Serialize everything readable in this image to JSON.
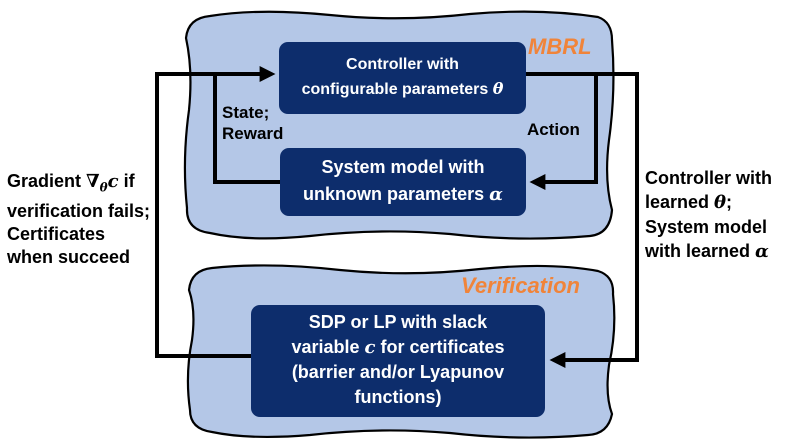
{
  "groups": {
    "mbrl": {
      "title": "MBRL"
    },
    "verification": {
      "title": "Verification"
    }
  },
  "boxes": {
    "controller": {
      "line1": "Controller with",
      "line2_text": "configurable parameters ",
      "line2_symbol": "θ"
    },
    "system_model": {
      "line1": "System model with",
      "line2_text": "unknown parameters ",
      "line2_symbol": "α"
    },
    "sdp": {
      "line1": "SDP or LP with slack",
      "line2_pre": "variable ",
      "line2_symbol": "c",
      "line2_post": " for certificates",
      "line3": "(barrier and/or Lyapunov",
      "line4": "functions)"
    }
  },
  "edge_labels": {
    "state_reward": {
      "line1": "State;",
      "line2": "Reward"
    },
    "action": "Action",
    "left": {
      "line1_pre": "Gradient ",
      "line1_symbol": "∇",
      "line1_sub": "θ",
      "line1_var": "c",
      "line1_post": " if",
      "line2": "verification fails;",
      "line3": "Certificates",
      "line4": "when succeed"
    },
    "right": {
      "line1": "Controller with",
      "line2_pre": "learned ",
      "line2_symbol": "θ",
      "line2_post": ";",
      "line3": "System model",
      "line4_pre": "with learned ",
      "line4_symbol": "α"
    }
  },
  "colors": {
    "group_fill": "#b4c7e7",
    "box_fill": "#0d2d6c",
    "title_accent": "#f0843a",
    "wire": "#000000"
  }
}
